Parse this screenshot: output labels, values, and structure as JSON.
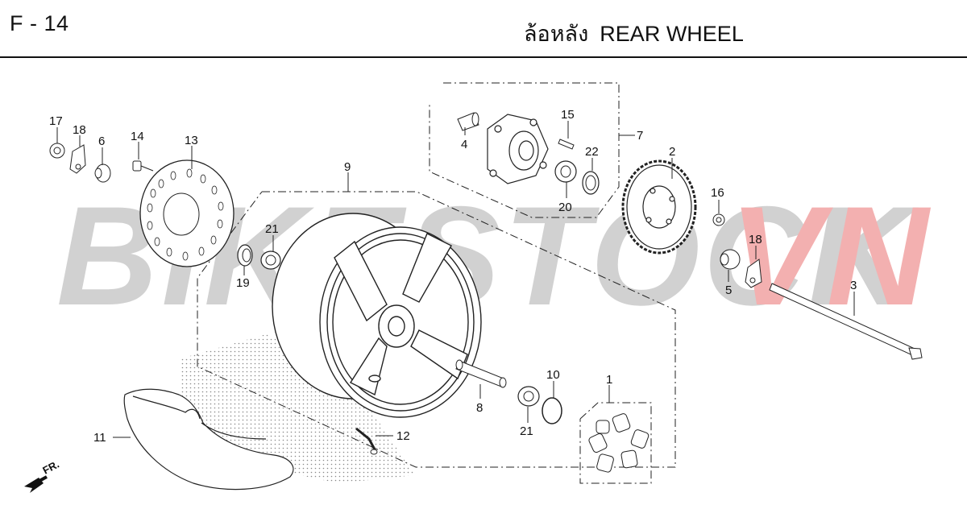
{
  "header": {
    "page_code": "F - 14",
    "title_thai": "ล้อหลัง",
    "title_en": "REAR WHEEL"
  },
  "watermark": {
    "text_main": "BIKESTOCK",
    "text_accent": "VN",
    "color_main": "#c9c9c9",
    "color_accent": "#f2a3a3"
  },
  "direction_label": "FR.",
  "callouts": {
    "c1": "1",
    "c2": "2",
    "c3": "3",
    "c4": "4",
    "c5": "5",
    "c6": "6",
    "c7": "7",
    "c8": "8",
    "c9": "9",
    "c10": "10",
    "c11": "11",
    "c12": "12",
    "c13": "13",
    "c14": "14",
    "c15": "15",
    "c16": "16",
    "c17": "17",
    "c18a": "18",
    "c18b": "18",
    "c19": "19",
    "c20": "20",
    "c21a": "21",
    "c21b": "21",
    "c22": "22"
  }
}
